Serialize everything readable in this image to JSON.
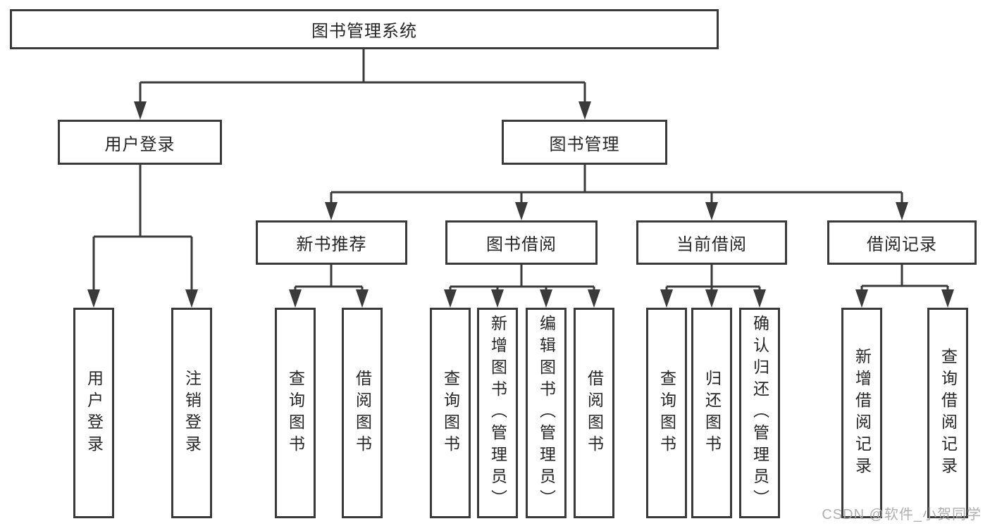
{
  "nodes": {
    "root": "图书管理系统",
    "l2": [
      "用户登录",
      "图书管理"
    ],
    "l3": [
      "新书推荐",
      "图书借阅",
      "当前借阅",
      "借阅记录"
    ],
    "leaves": [
      "用户登录",
      "注销登录",
      "查询图书",
      "借阅图书",
      "查询图书",
      "新增图书（管理员）",
      "编辑图书（管理员）",
      "借阅图书",
      "查询图书",
      "归还图书",
      "确认归还（管理员）",
      "新增借阅记录",
      "查询借阅记录"
    ]
  },
  "watermark": "CSDN @软件_小贺同学",
  "colors": {
    "line": "#3a3a3a",
    "text": "#262626",
    "box_background": "#ffffff",
    "watermark": "#a8a8a8"
  }
}
